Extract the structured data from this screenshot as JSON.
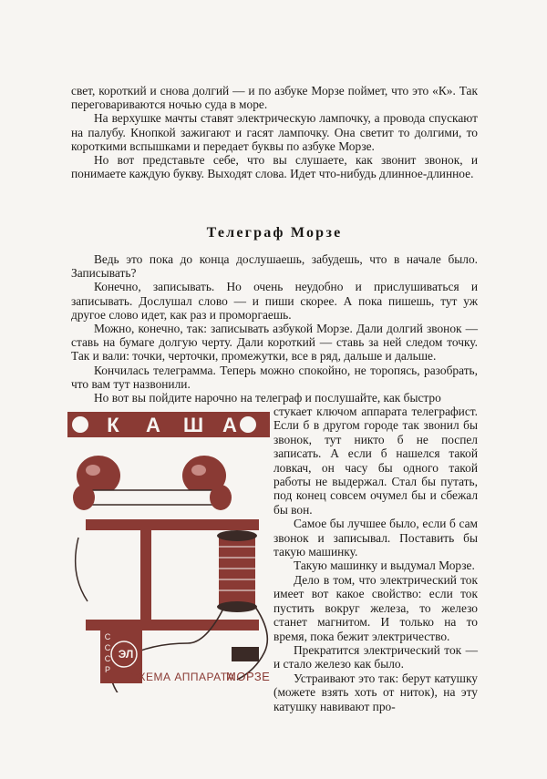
{
  "top_text": [
    "свет, короткий и снова долгий — и по азбуке Морзе поймет, что это «К». Так переговариваются ночью суда в море.",
    "На верхушке мачты ставят электрическую лампочку, а провода спускают на палубу. Кнопкой зажигают и гасят лампочку. Она светит то долгими, то короткими вспышками и передает буквы по азбуке Морзе.",
    "Но вот представьте себе, что вы слушаете, как звонит звонок, и понимаете каждую букву. Выходят слова. Идет что-нибудь длинное-длинное."
  ],
  "section_title": "Телеграф Морзе",
  "section_text": [
    "Ведь это пока до конца дослушаешь, забудешь, что в начале было. Записывать?",
    "Конечно, записывать. Но очень неудобно и прислушиваться и записывать. Дослушал слово — и пиши скорее. А пока пишешь, тут уж другое слово идет, как раз и проморгаешь.",
    "Можно, конечно, так: записывать азбукой Морзе. Дали долгий звонок — ставь на бумаге долгую черту. Дали короткий — ставь за ней следом точку. Так и вали: точки, черточки, промежутки, все в ряд, дальше и дальше.",
    "Кончилась телеграмма. Теперь можно спокойно, не торопясь, разобрать, что вам тут назвонили.",
    "Но вот вы пойдите нарочно на телеграф и послушайте, как быстро"
  ],
  "right_column": [
    "стукает ключом аппарата телеграфист. Если б в другом городе так звонил бы звонок, тут никто б не поспел записать. А если б нашелся такой ловкач, он часу бы одного такой работы не выдержал. Стал бы путать, под конец совсем очумел бы и сбежал бы вон.",
    "Самое бы лучшее было, если б сам звонок и записывал. Поставить бы такую машинку.",
    "Такую машинку и выдумал Морзе.",
    "Дело в том, что электрический ток имеет вот какое свойство: если ток пустить вокруг железа, то железо станет магнитом. И только на то время, пока бежит электричество.",
    "Прекратится электрический ток — и стало железо как было.",
    "Устраивают это так: берут катушку (можете взять хоть от ниток), на эту катушку навивают про-"
  ],
  "figure": {
    "banner_letters": [
      "К",
      "А",
      "Ш",
      "А"
    ],
    "caption": "СХЕМА АППАРАТА",
    "caption_name": "МОРЗЕ",
    "stamp_letters": [
      "С",
      "С",
      "С",
      "Р"
    ],
    "stamp_mark": "ЭЛ",
    "colors": {
      "ink": "#8a3a34",
      "paper": "#f7f5f2",
      "dark": "#3a2a26"
    }
  }
}
